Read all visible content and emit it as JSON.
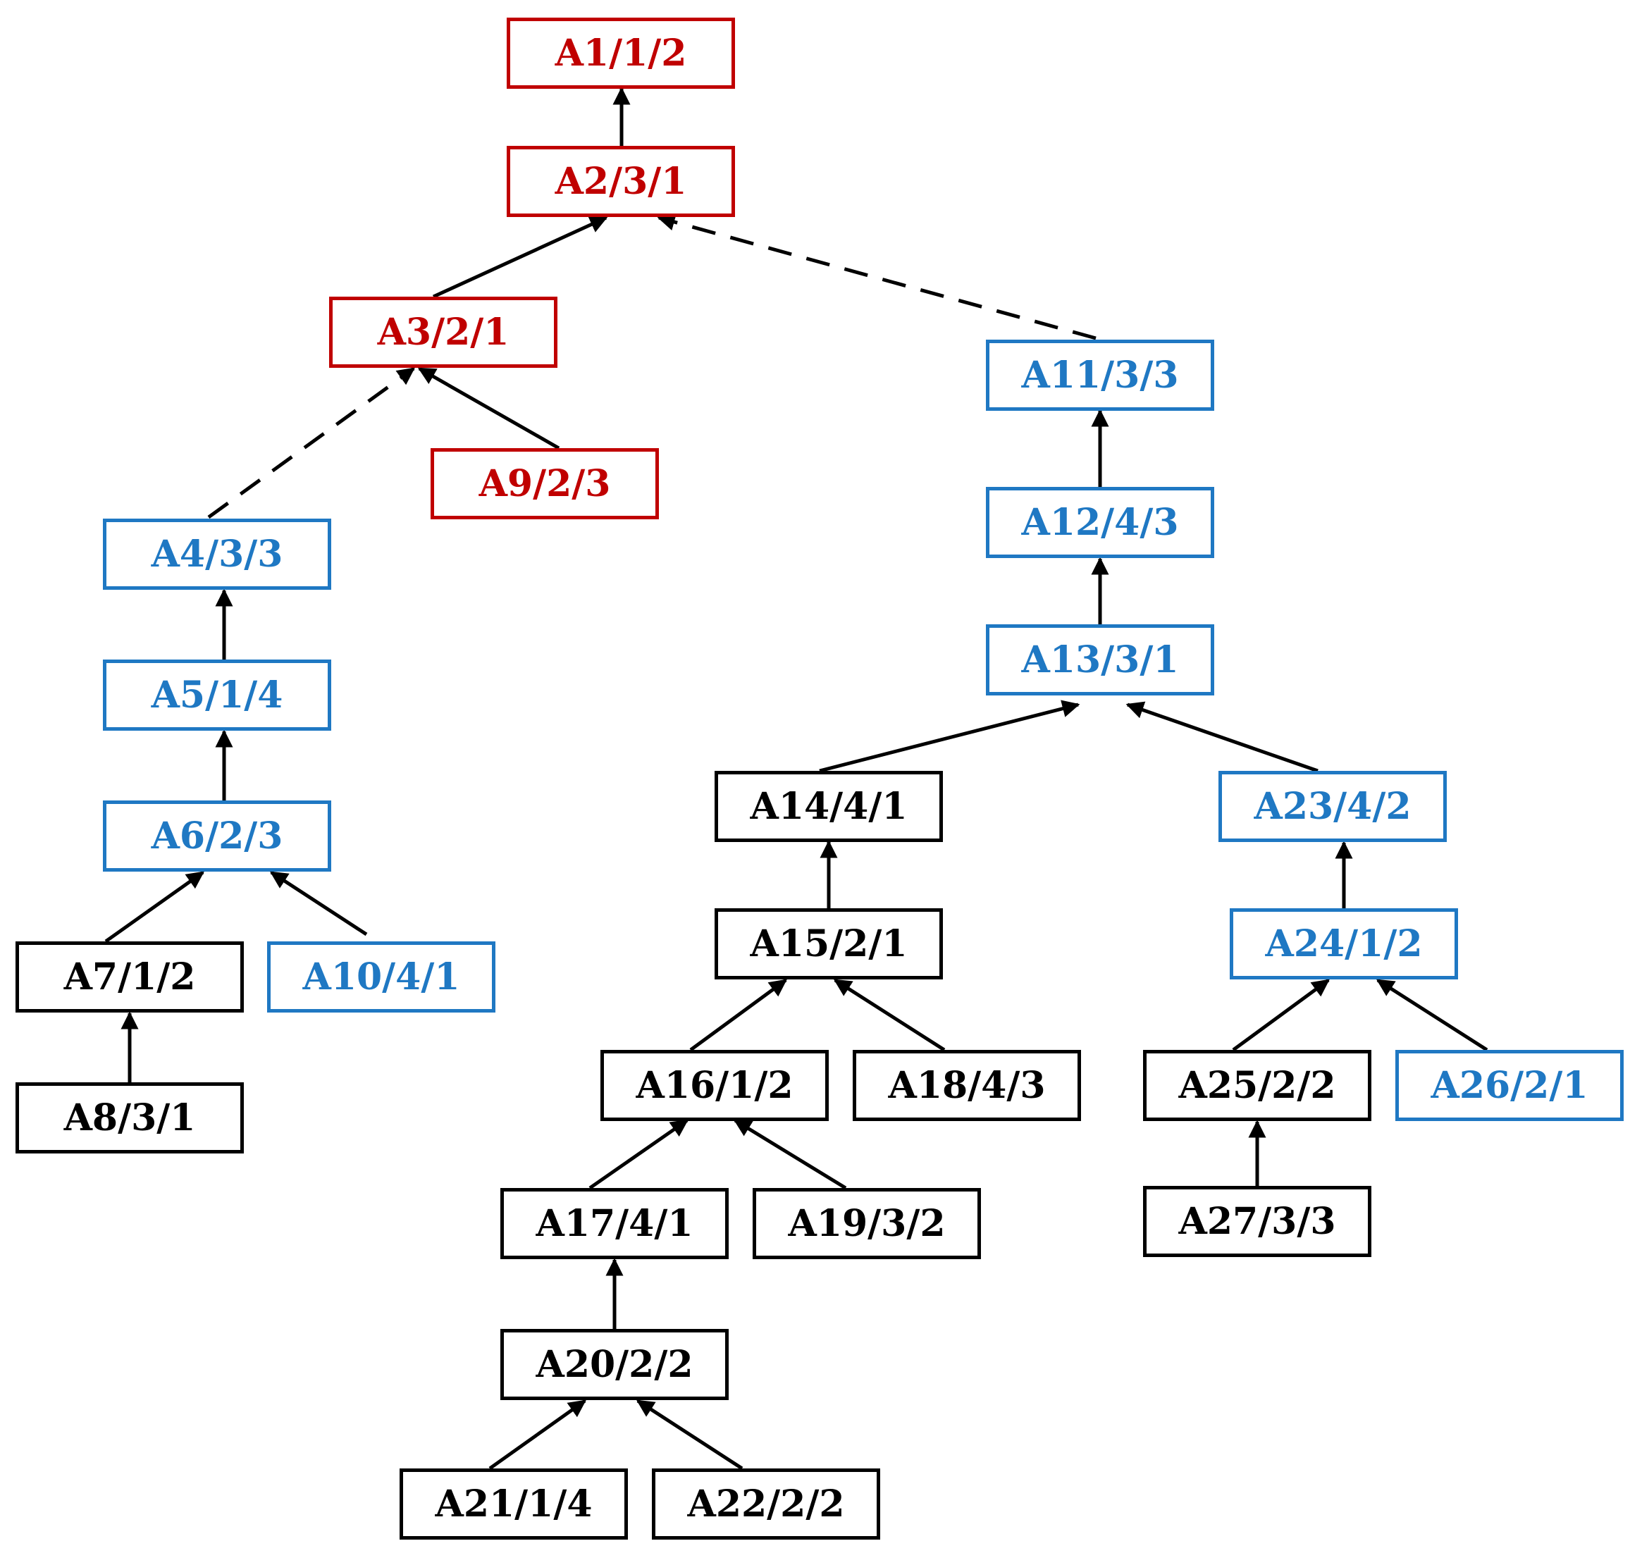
{
  "colors": {
    "red": "#c00000",
    "blue": "#1f78c3",
    "black": "#000000"
  },
  "nodes": [
    {
      "id": "A1",
      "label": "A1/1/2",
      "color": "red"
    },
    {
      "id": "A2",
      "label": "A2/3/1",
      "color": "red"
    },
    {
      "id": "A3",
      "label": "A3/2/1",
      "color": "red"
    },
    {
      "id": "A4",
      "label": "A4/3/3",
      "color": "blue"
    },
    {
      "id": "A5",
      "label": "A5/1/4",
      "color": "blue"
    },
    {
      "id": "A6",
      "label": "A6/2/3",
      "color": "blue"
    },
    {
      "id": "A7",
      "label": "A7/1/2",
      "color": "black"
    },
    {
      "id": "A8",
      "label": "A8/3/1",
      "color": "black"
    },
    {
      "id": "A9",
      "label": "A9/2/3",
      "color": "red"
    },
    {
      "id": "A10",
      "label": "A10/4/1",
      "color": "blue"
    },
    {
      "id": "A11",
      "label": "A11/3/3",
      "color": "blue"
    },
    {
      "id": "A12",
      "label": "A12/4/3",
      "color": "blue"
    },
    {
      "id": "A13",
      "label": "A13/3/1",
      "color": "blue"
    },
    {
      "id": "A14",
      "label": "A14/4/1",
      "color": "black"
    },
    {
      "id": "A15",
      "label": "A15/2/1",
      "color": "black"
    },
    {
      "id": "A16",
      "label": "A16/1/2",
      "color": "black"
    },
    {
      "id": "A17",
      "label": "A17/4/1",
      "color": "black"
    },
    {
      "id": "A18",
      "label": "A18/4/3",
      "color": "black"
    },
    {
      "id": "A19",
      "label": "A19/3/2",
      "color": "black"
    },
    {
      "id": "A20",
      "label": "A20/2/2",
      "color": "black"
    },
    {
      "id": "A21",
      "label": "A21/1/4",
      "color": "black"
    },
    {
      "id": "A22",
      "label": "A22/2/2",
      "color": "black"
    },
    {
      "id": "A23",
      "label": "A23/4/2",
      "color": "blue"
    },
    {
      "id": "A24",
      "label": "A24/1/2",
      "color": "blue"
    },
    {
      "id": "A25",
      "label": "A25/2/2",
      "color": "black"
    },
    {
      "id": "A26",
      "label": "A26/2/1",
      "color": "blue"
    },
    {
      "id": "A27",
      "label": "A27/3/3",
      "color": "black"
    }
  ],
  "edges": [
    {
      "from": "A2",
      "to": "A1",
      "style": "solid"
    },
    {
      "from": "A3",
      "to": "A2",
      "style": "solid"
    },
    {
      "from": "A11",
      "to": "A2",
      "style": "dashed"
    },
    {
      "from": "A4",
      "to": "A3",
      "style": "dashed"
    },
    {
      "from": "A9",
      "to": "A3",
      "style": "solid"
    },
    {
      "from": "A5",
      "to": "A4",
      "style": "solid"
    },
    {
      "from": "A6",
      "to": "A5",
      "style": "solid"
    },
    {
      "from": "A7",
      "to": "A6",
      "style": "solid"
    },
    {
      "from": "A10",
      "to": "A6",
      "style": "solid"
    },
    {
      "from": "A8",
      "to": "A7",
      "style": "solid"
    },
    {
      "from": "A12",
      "to": "A11",
      "style": "solid"
    },
    {
      "from": "A13",
      "to": "A12",
      "style": "solid"
    },
    {
      "from": "A14",
      "to": "A13",
      "style": "solid"
    },
    {
      "from": "A23",
      "to": "A13",
      "style": "solid"
    },
    {
      "from": "A15",
      "to": "A14",
      "style": "solid"
    },
    {
      "from": "A16",
      "to": "A15",
      "style": "solid"
    },
    {
      "from": "A18",
      "to": "A15",
      "style": "solid"
    },
    {
      "from": "A17",
      "to": "A16",
      "style": "solid"
    },
    {
      "from": "A19",
      "to": "A16",
      "style": "solid"
    },
    {
      "from": "A20",
      "to": "A17",
      "style": "solid"
    },
    {
      "from": "A21",
      "to": "A20",
      "style": "solid"
    },
    {
      "from": "A22",
      "to": "A20",
      "style": "solid"
    },
    {
      "from": "A24",
      "to": "A23",
      "style": "solid"
    },
    {
      "from": "A25",
      "to": "A24",
      "style": "solid"
    },
    {
      "from": "A26",
      "to": "A24",
      "style": "solid"
    },
    {
      "from": "A27",
      "to": "A25",
      "style": "solid"
    }
  ]
}
